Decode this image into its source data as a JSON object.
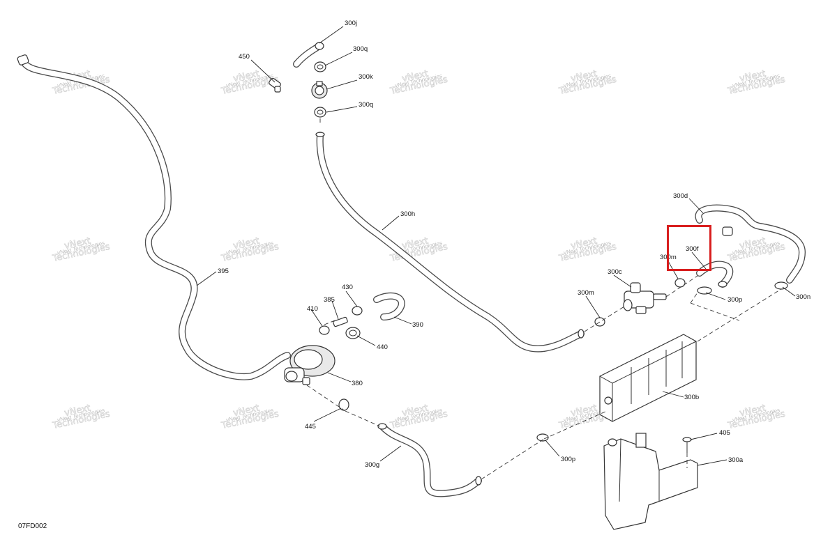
{
  "diagram": {
    "drawing_code": "07FD002",
    "watermark_line1": "vNext",
    "watermark_line2": "Technologies",
    "watermark_full": "vNext Technologies",
    "callouts": {
      "c300j": "300j",
      "c450": "450",
      "c300q_a": "300q",
      "c300k": "300k",
      "c300q_b": "300q",
      "c300h": "300h",
      "c300d": "300d",
      "c300f": "300f",
      "c300m_a": "300m",
      "c300c": "300c",
      "c300m_b": "300m",
      "c300p_a": "300p",
      "c300n": "300n",
      "c395": "395",
      "c430": "430",
      "c385": "385",
      "c410": "410",
      "c390": "390",
      "c440": "440",
      "c380": "380",
      "c445": "445",
      "c300g": "300g",
      "c300p_b": "300p",
      "c300b": "300b",
      "c405": "405",
      "c300a": "300a"
    },
    "highlight_color": "#d81e1e"
  }
}
